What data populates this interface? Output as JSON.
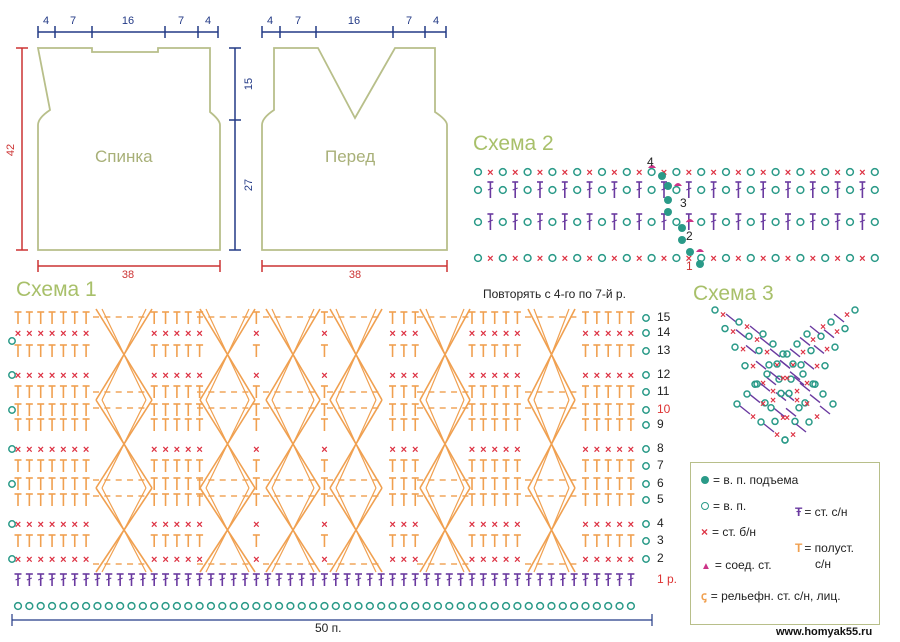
{
  "top_dims_back": [
    "4",
    "7",
    "16",
    "7",
    "4"
  ],
  "top_dims_front": [
    "4",
    "7",
    "16",
    "7",
    "4"
  ],
  "dim_42": "42",
  "dim_15": "15",
  "dim_27": "27",
  "width_back": "38",
  "width_front": "38",
  "back_label": "Спинка",
  "front_label": "Перед",
  "schema1_title": "Схема 1",
  "schema2_title": "Схема 2",
  "schema3_title": "Схема 3",
  "repeat_note": "Повторять с 4-го по 7-й р.",
  "row_numbers": [
    "15",
    "14",
    "13",
    "12",
    "11",
    "10",
    "9",
    "8",
    "7",
    "6",
    "5",
    "4",
    "3",
    "2",
    "1 р."
  ],
  "stitch_count": "50 п.",
  "schema2_marks": [
    "4",
    "3",
    "2",
    "1"
  ],
  "legend": {
    "turning_chain": "= в. п. подъема",
    "chain": "= в. п.",
    "sc": "= ст. б/н",
    "dc": "= ст. с/н",
    "slip": "= соед. ст.",
    "hdc_line1": "= полуст.",
    "hdc_line2": "с/н",
    "relief": "= рельефн. ст. с/н, лиц."
  },
  "watermark": "www.homyak55.ru",
  "colors": {
    "outline": "#b8bf8a",
    "dim_blue": "#233a86",
    "dim_red": "#cc3333",
    "orange": "#f0a050",
    "teal": "#2a9a88",
    "purple": "#6a3aa0",
    "red_x": "#dd3344",
    "magenta": "#cc3388",
    "title_green": "#a8c06a"
  }
}
